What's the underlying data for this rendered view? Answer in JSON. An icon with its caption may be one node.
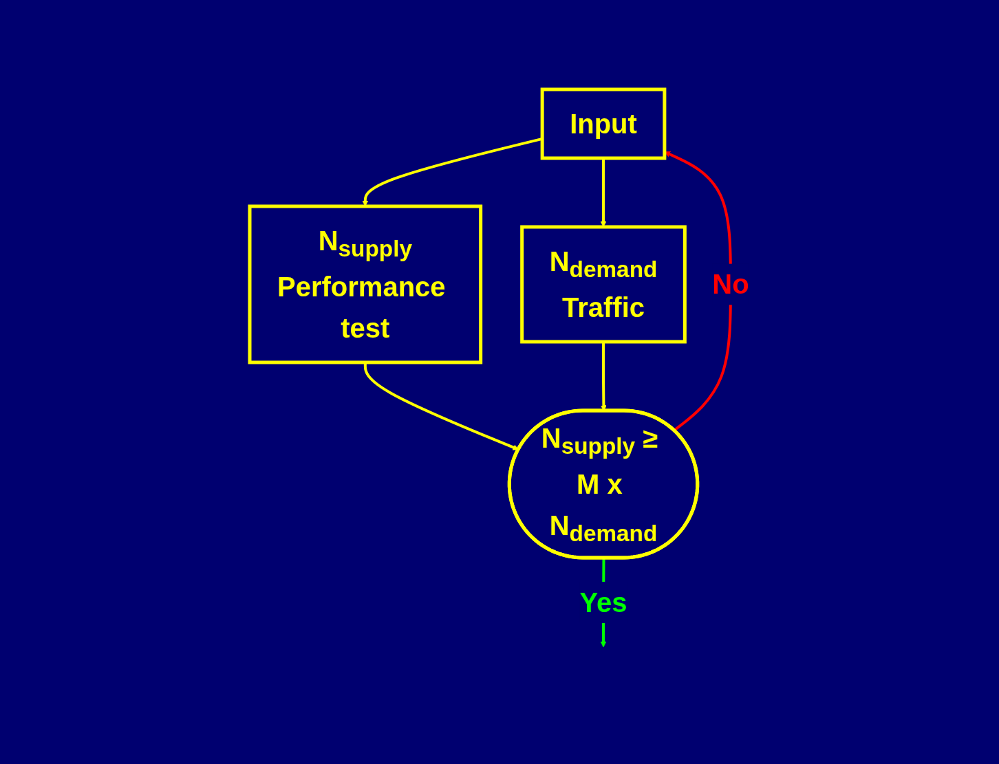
{
  "diagram": {
    "nodes": [
      {
        "text": [
          "Input"
        ]
      },
      {
        "text": [
          "N$_{supply}$",
          "Performance test"
        ]
      },
      {
        "text": [
          "N$_{demand}$",
          "Traffic"
        ]
      },
      {
        "text": [
          "N$_{supply}$ ≥ M x N$_{demand}$"
        ]
      }
    ],
    "edges": [
      {
        "from": 0,
        "to": 1,
        "arrow": "to"
      },
      {
        "from": 0,
        "to": 2,
        "arrow": "to"
      },
      {
        "from": 1,
        "to": 3,
        "arrow": "to"
      },
      {
        "from": 2,
        "to": 3,
        "arrow": "to"
      },
      {
        "from": 3,
        "to": 0,
        "arrow": "to",
        "label": "No",
        "color": "#ff0000"
      },
      {
        "from": 3,
        "to": null,
        "arrow": "to",
        "label": "Yes",
        "color": "#00ff00"
      }
    ]
  }
}
